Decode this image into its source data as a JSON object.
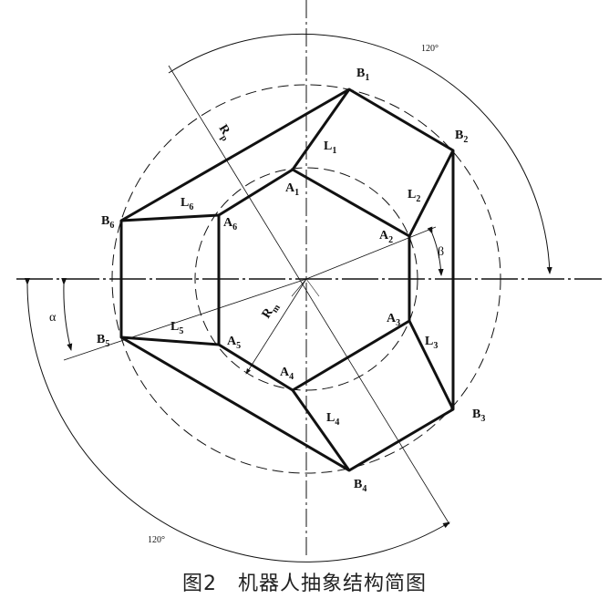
{
  "caption": "图2　机器人抽象结构简图",
  "labels": {
    "B1": {
      "base": "B",
      "sub": "1"
    },
    "B2": {
      "base": "B",
      "sub": "2"
    },
    "B3": {
      "base": "B",
      "sub": "3"
    },
    "B4": {
      "base": "B",
      "sub": "4"
    },
    "B5": {
      "base": "B",
      "sub": "5"
    },
    "B6": {
      "base": "B",
      "sub": "6"
    },
    "A1": {
      "base": "A",
      "sub": "1"
    },
    "A2": {
      "base": "A",
      "sub": "2"
    },
    "A3": {
      "base": "A",
      "sub": "3"
    },
    "A4": {
      "base": "A",
      "sub": "4"
    },
    "A5": {
      "base": "A",
      "sub": "5"
    },
    "A6": {
      "base": "A",
      "sub": "6"
    },
    "L1": {
      "base": "L",
      "sub": "1"
    },
    "L2": {
      "base": "L",
      "sub": "2"
    },
    "L3": {
      "base": "L",
      "sub": "3"
    },
    "L4": {
      "base": "L",
      "sub": "4"
    },
    "L5": {
      "base": "L",
      "sub": "5"
    },
    "L6": {
      "base": "L",
      "sub": "6"
    },
    "Rp": {
      "base": "R",
      "sub": "p"
    },
    "Rm": {
      "base": "R",
      "sub": "m"
    }
  },
  "angles": {
    "alpha": "α",
    "beta": "β",
    "upper": "120°",
    "lower": "120°"
  }
}
